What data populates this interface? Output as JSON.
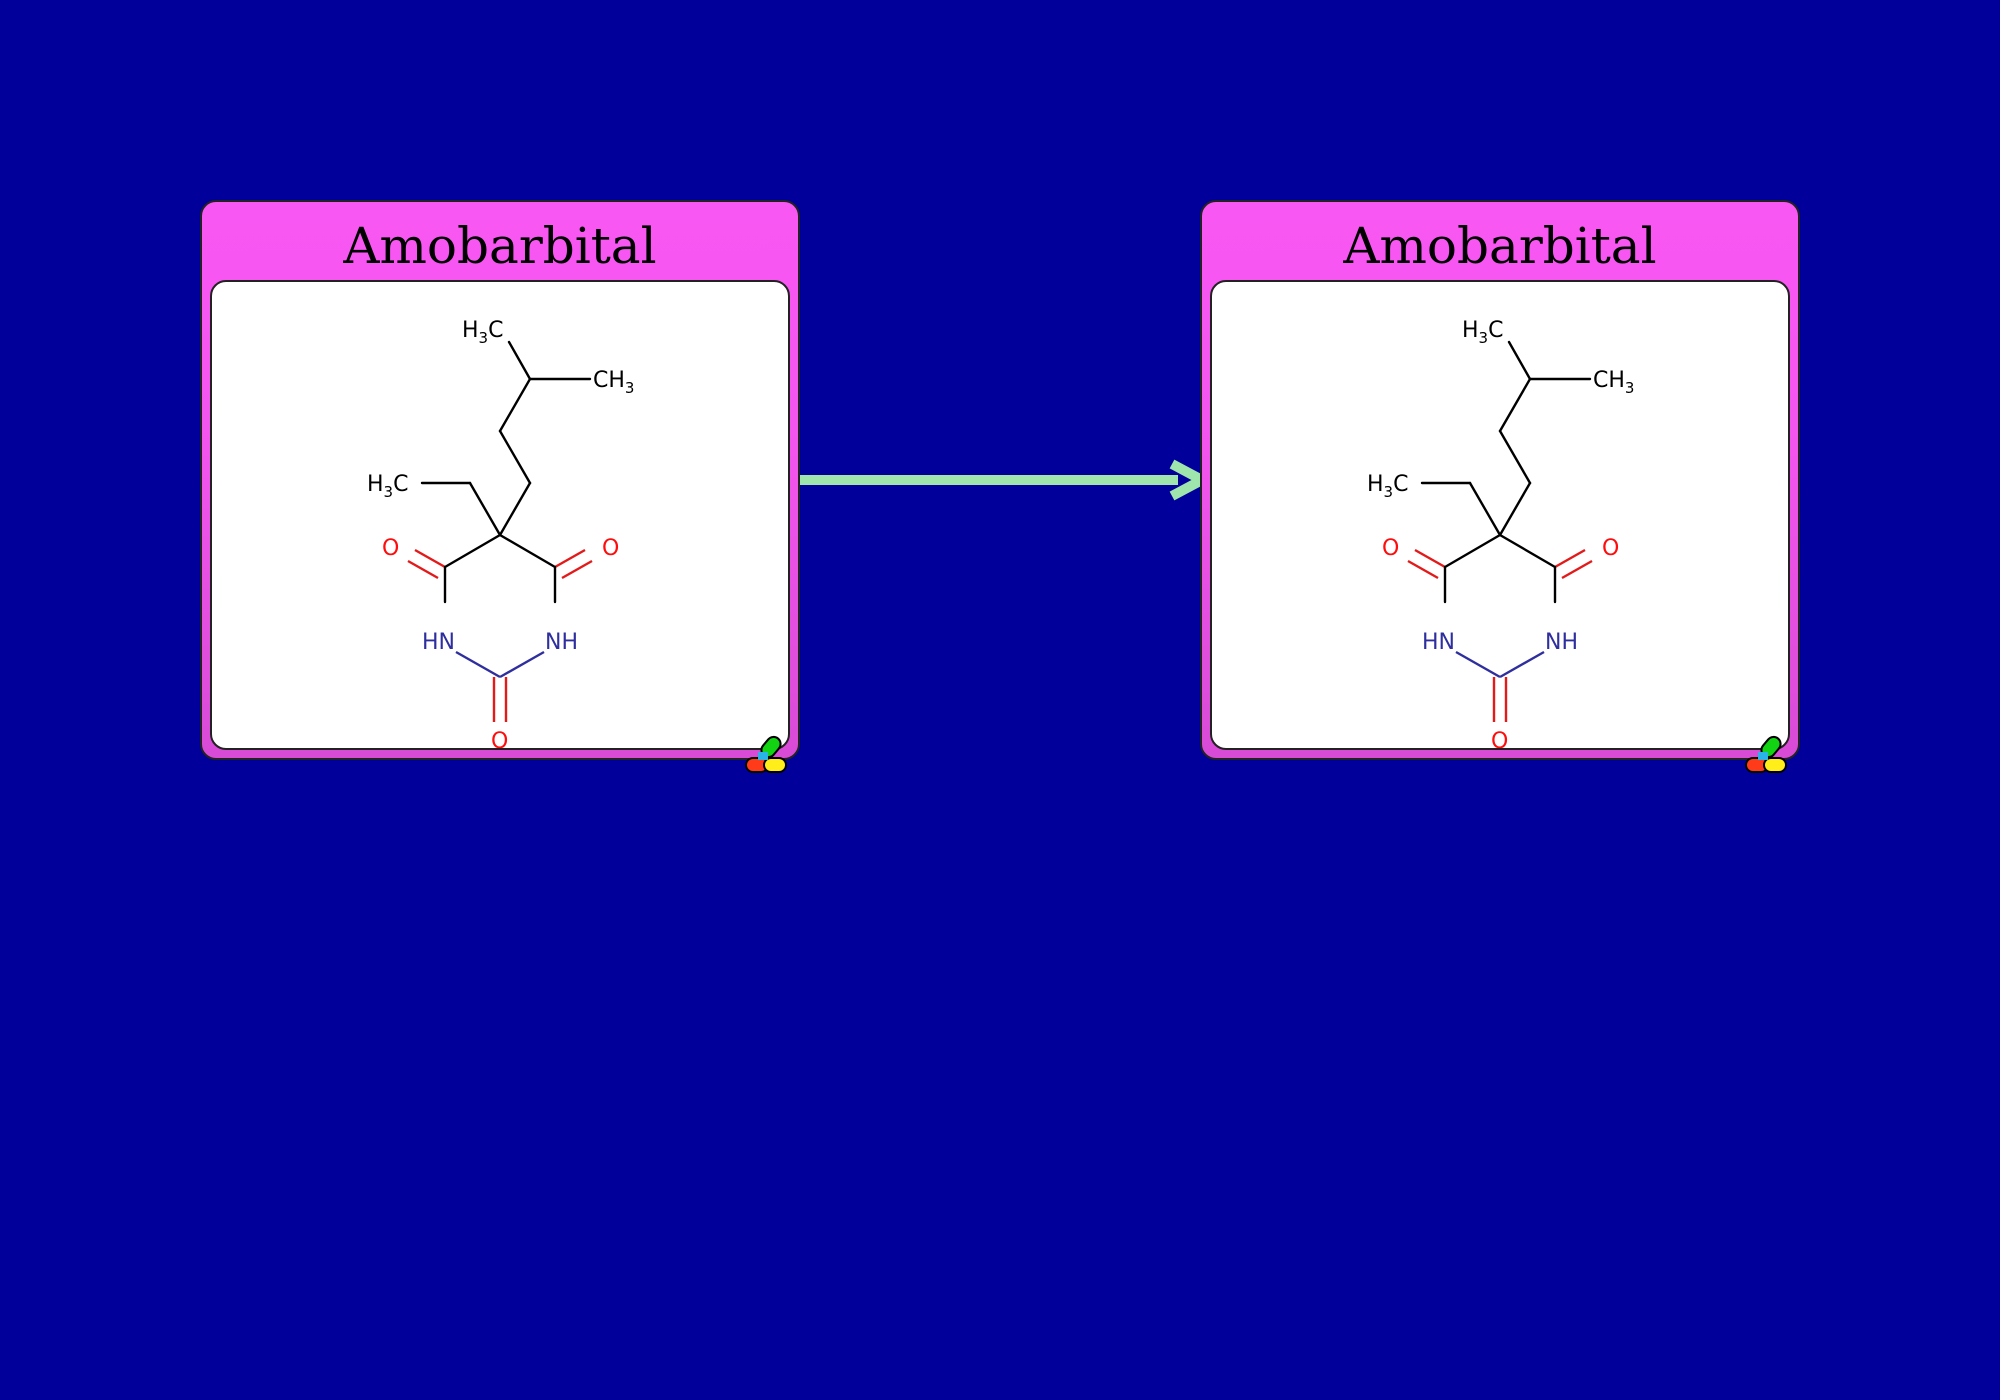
{
  "diagram": {
    "background": "#02009b",
    "card_color": "#f957f3",
    "arrow_color": "#9ee6ac",
    "nodes": [
      {
        "id": "left",
        "title": "Amobarbital",
        "atoms": {
          "h3c_top": {
            "h": "H",
            "n": "3",
            "c": "C"
          },
          "ch3_right": {
            "c": "CH",
            "n": "3"
          },
          "h3c_left": {
            "h": "H",
            "n": "3",
            "c": "C"
          },
          "o_left": "O",
          "o_right": "O",
          "hn_left": "HN",
          "nh_right": "NH",
          "o_bottom": "O"
        }
      },
      {
        "id": "right",
        "title": "Amobarbital",
        "atoms": {
          "h3c_top": {
            "h": "H",
            "n": "3",
            "c": "C"
          },
          "ch3_right": {
            "c": "CH",
            "n": "3"
          },
          "h3c_left": {
            "h": "H",
            "n": "3",
            "c": "C"
          },
          "o_left": "O",
          "o_right": "O",
          "hn_left": "HN",
          "nh_right": "NH",
          "o_bottom": "O"
        }
      }
    ],
    "edges": [
      {
        "from": "left",
        "to": "right",
        "type": "conversion-arrow"
      }
    ]
  }
}
